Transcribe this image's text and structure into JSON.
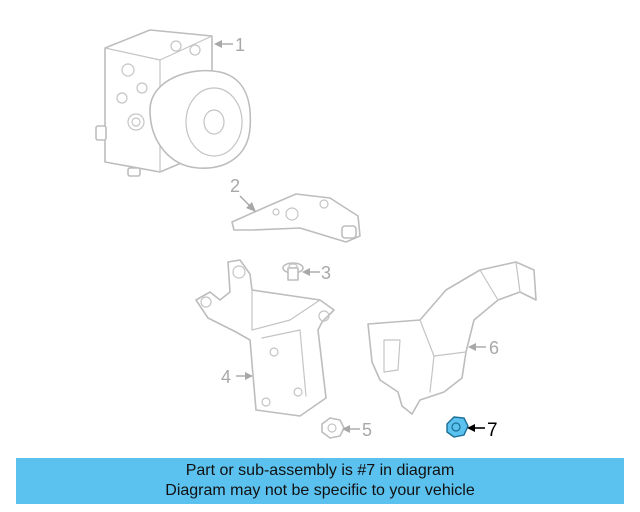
{
  "diagram": {
    "callouts": [
      "1",
      "2",
      "3",
      "4",
      "5",
      "6",
      "7"
    ],
    "highlighted_part": "7",
    "highlight_color": "#5bc1ee"
  },
  "banner": {
    "line1": "Part or sub-assembly is #7 in diagram",
    "line2": "Diagram may not be specific to your vehicle",
    "background": "#5bc1ee"
  }
}
